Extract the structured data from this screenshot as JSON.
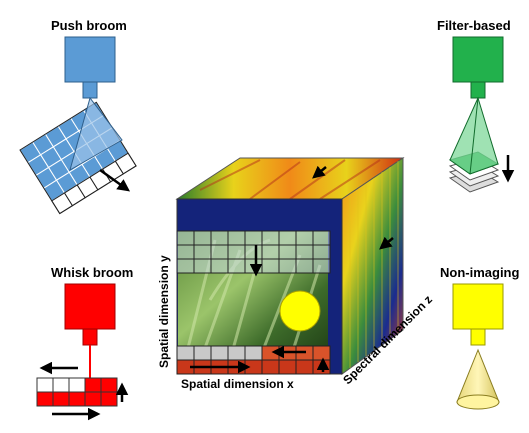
{
  "labels": {
    "push_broom": "Push broom",
    "filter_based": "Filter-based",
    "whisk_broom": "Whisk broom",
    "non_imaging": "Non-imaging",
    "spatial_y": "Spatial dimension y",
    "spatial_x": "Spatial dimension x",
    "spectral_z": "Spectral dimension z"
  },
  "colors": {
    "push_broom": "#5b9bd5",
    "filter_based": "#22b14c",
    "whisk_broom": "#ff0000",
    "non_imaging": "#ffff00"
  }
}
